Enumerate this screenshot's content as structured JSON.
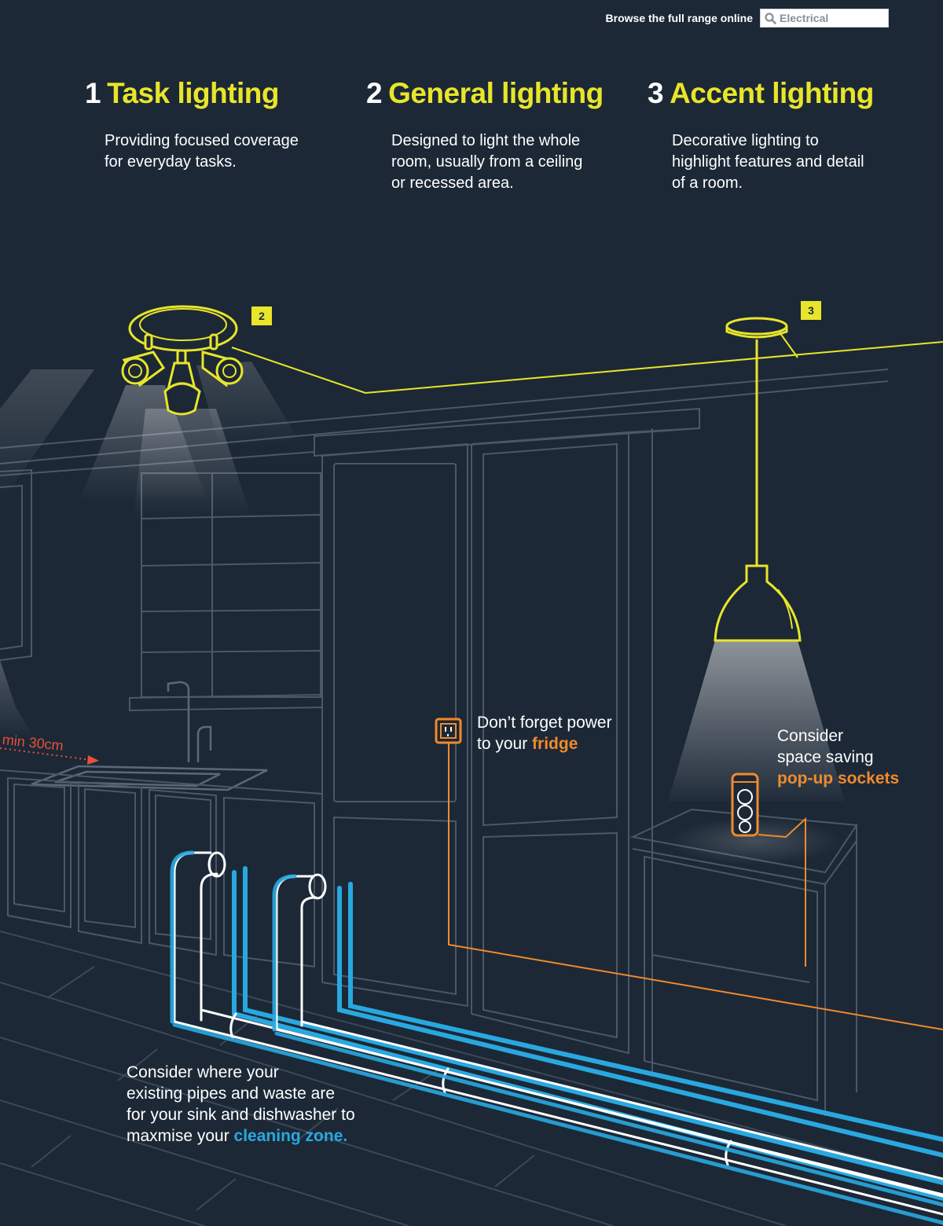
{
  "header": {
    "browse_label": "Browse the full range online",
    "search_value": "Electrical"
  },
  "columns": [
    {
      "number": "1",
      "title": "Task lighting",
      "line1": "Providing focused coverage",
      "line2": "for everyday tasks.",
      "line3": ""
    },
    {
      "number": "2",
      "title": "General lighting",
      "line1": "Designed to light the whole",
      "line2": "room, usually from a ceiling",
      "line3": "or recessed area."
    },
    {
      "number": "3",
      "title": "Accent lighting",
      "line1": "Decorative lighting to",
      "line2": "highlight features and detail",
      "line3": "of a room."
    }
  ],
  "tags": {
    "spotlight": "2",
    "pendant": "3"
  },
  "notes": {
    "fridge": {
      "line1": "Don’t forget power",
      "line2_pre": "to your ",
      "line2_hl": "fridge"
    },
    "popup": {
      "line1": "Consider",
      "line2": "space saving",
      "line3_hl": "pop-up sockets"
    },
    "pipes": {
      "line1": "Consider where your",
      "line2": "existing pipes and waste are",
      "line3": "for your sink and dishwasher to",
      "line4_pre": "maxmise your ",
      "line4_hl": "cleaning zone."
    },
    "min_distance": "min 30cm"
  },
  "colors": {
    "background": "#1c2836",
    "accent_yellow": "#e8e52a",
    "cable_orange": "#f08a2c",
    "pipe_blue": "#29a8e0",
    "outline": "#4a5868",
    "dimension_red": "#e8503a"
  },
  "icons": [
    "search-icon",
    "spotlight-icon",
    "pendant-light-icon",
    "wall-socket-icon",
    "popup-socket-icon"
  ]
}
